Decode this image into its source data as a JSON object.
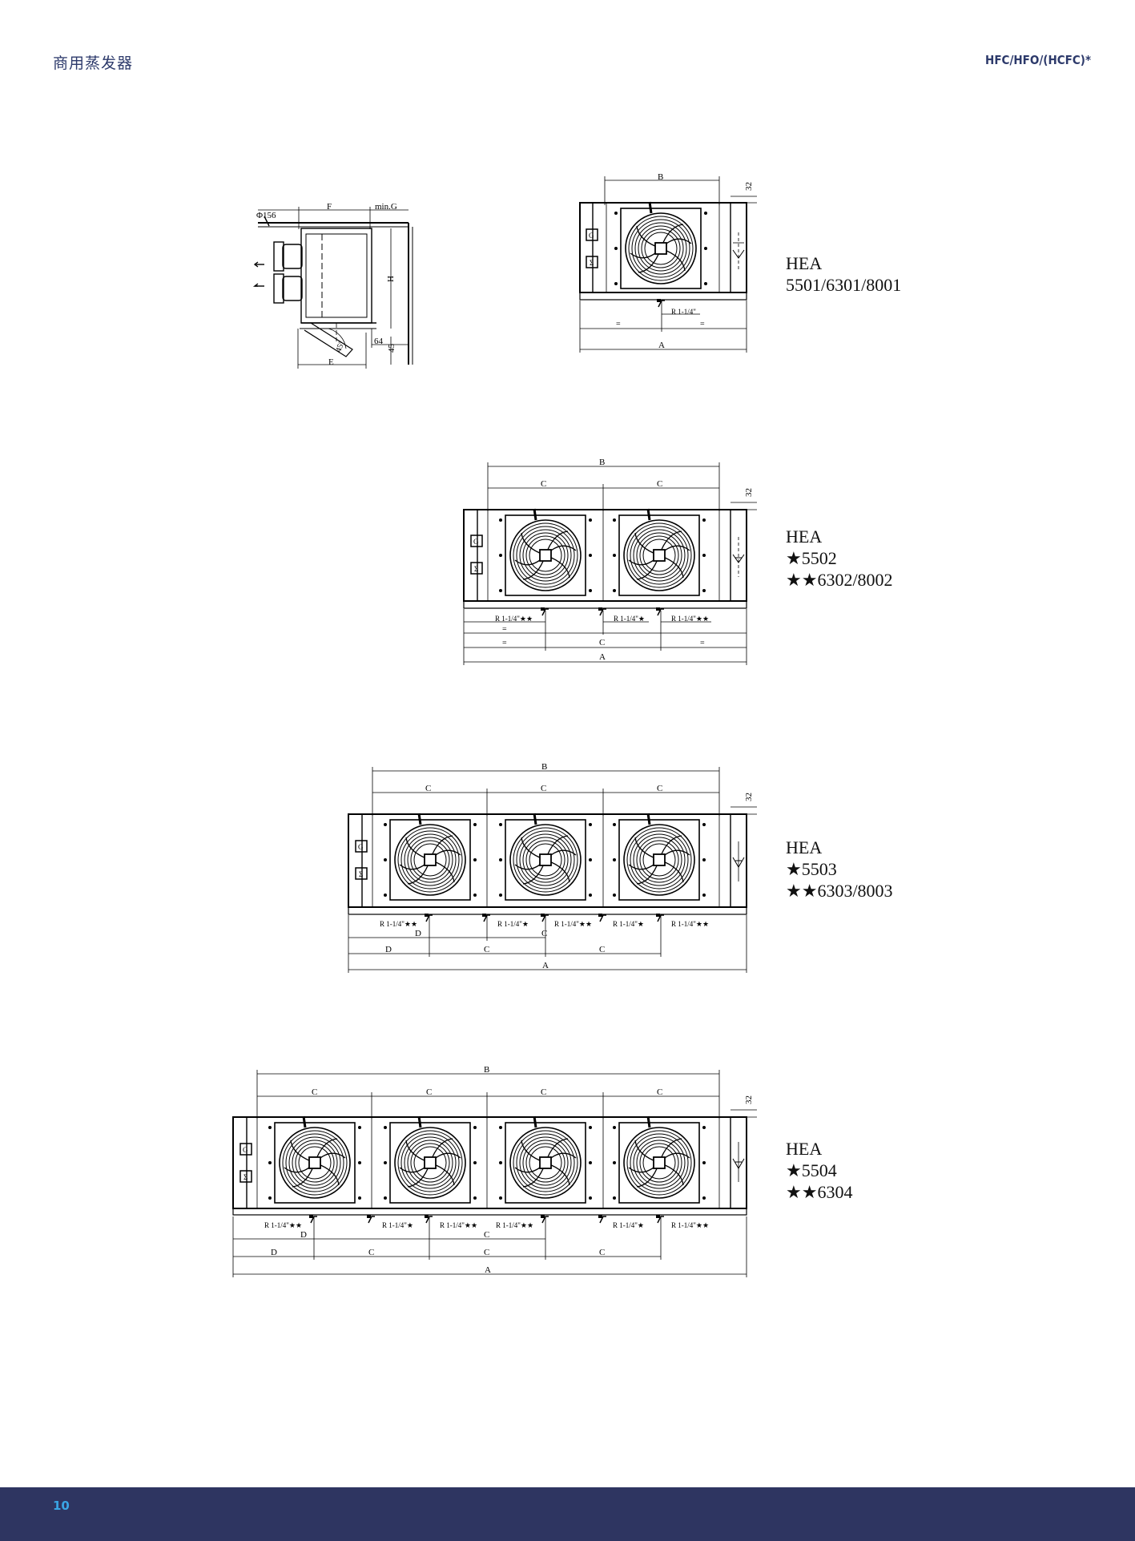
{
  "header": {
    "left": "商用蒸发器",
    "right": "HFC/HFO/(HCFC)*"
  },
  "footer": {
    "page_number": "10"
  },
  "side_view": {
    "dia": "Φ156",
    "f": "F",
    "ming": "min.G",
    "h": "H",
    "e": "E",
    "angle": "45°",
    "d64": "64",
    "d45": "45"
  },
  "models": [
    {
      "series": "HEA",
      "lines": [
        "5501/6301/8001"
      ]
    },
    {
      "series": "HEA",
      "lines": [
        "★5502",
        "★★6302/8002"
      ]
    },
    {
      "series": "HEA",
      "lines": [
        "★5503",
        "★★6303/8003"
      ]
    },
    {
      "series": "HEA",
      "lines": [
        "★5504",
        "★★6304"
      ]
    }
  ],
  "dims": {
    "a": "A",
    "b": "B",
    "c": "C",
    "d": "D",
    "eq": "=",
    "h32": "32"
  },
  "pipes": {
    "single": "R 1-1/4\"",
    "one_star": "R 1-1/4\"★",
    "two_star": "R 1-1/4\"★★"
  }
}
